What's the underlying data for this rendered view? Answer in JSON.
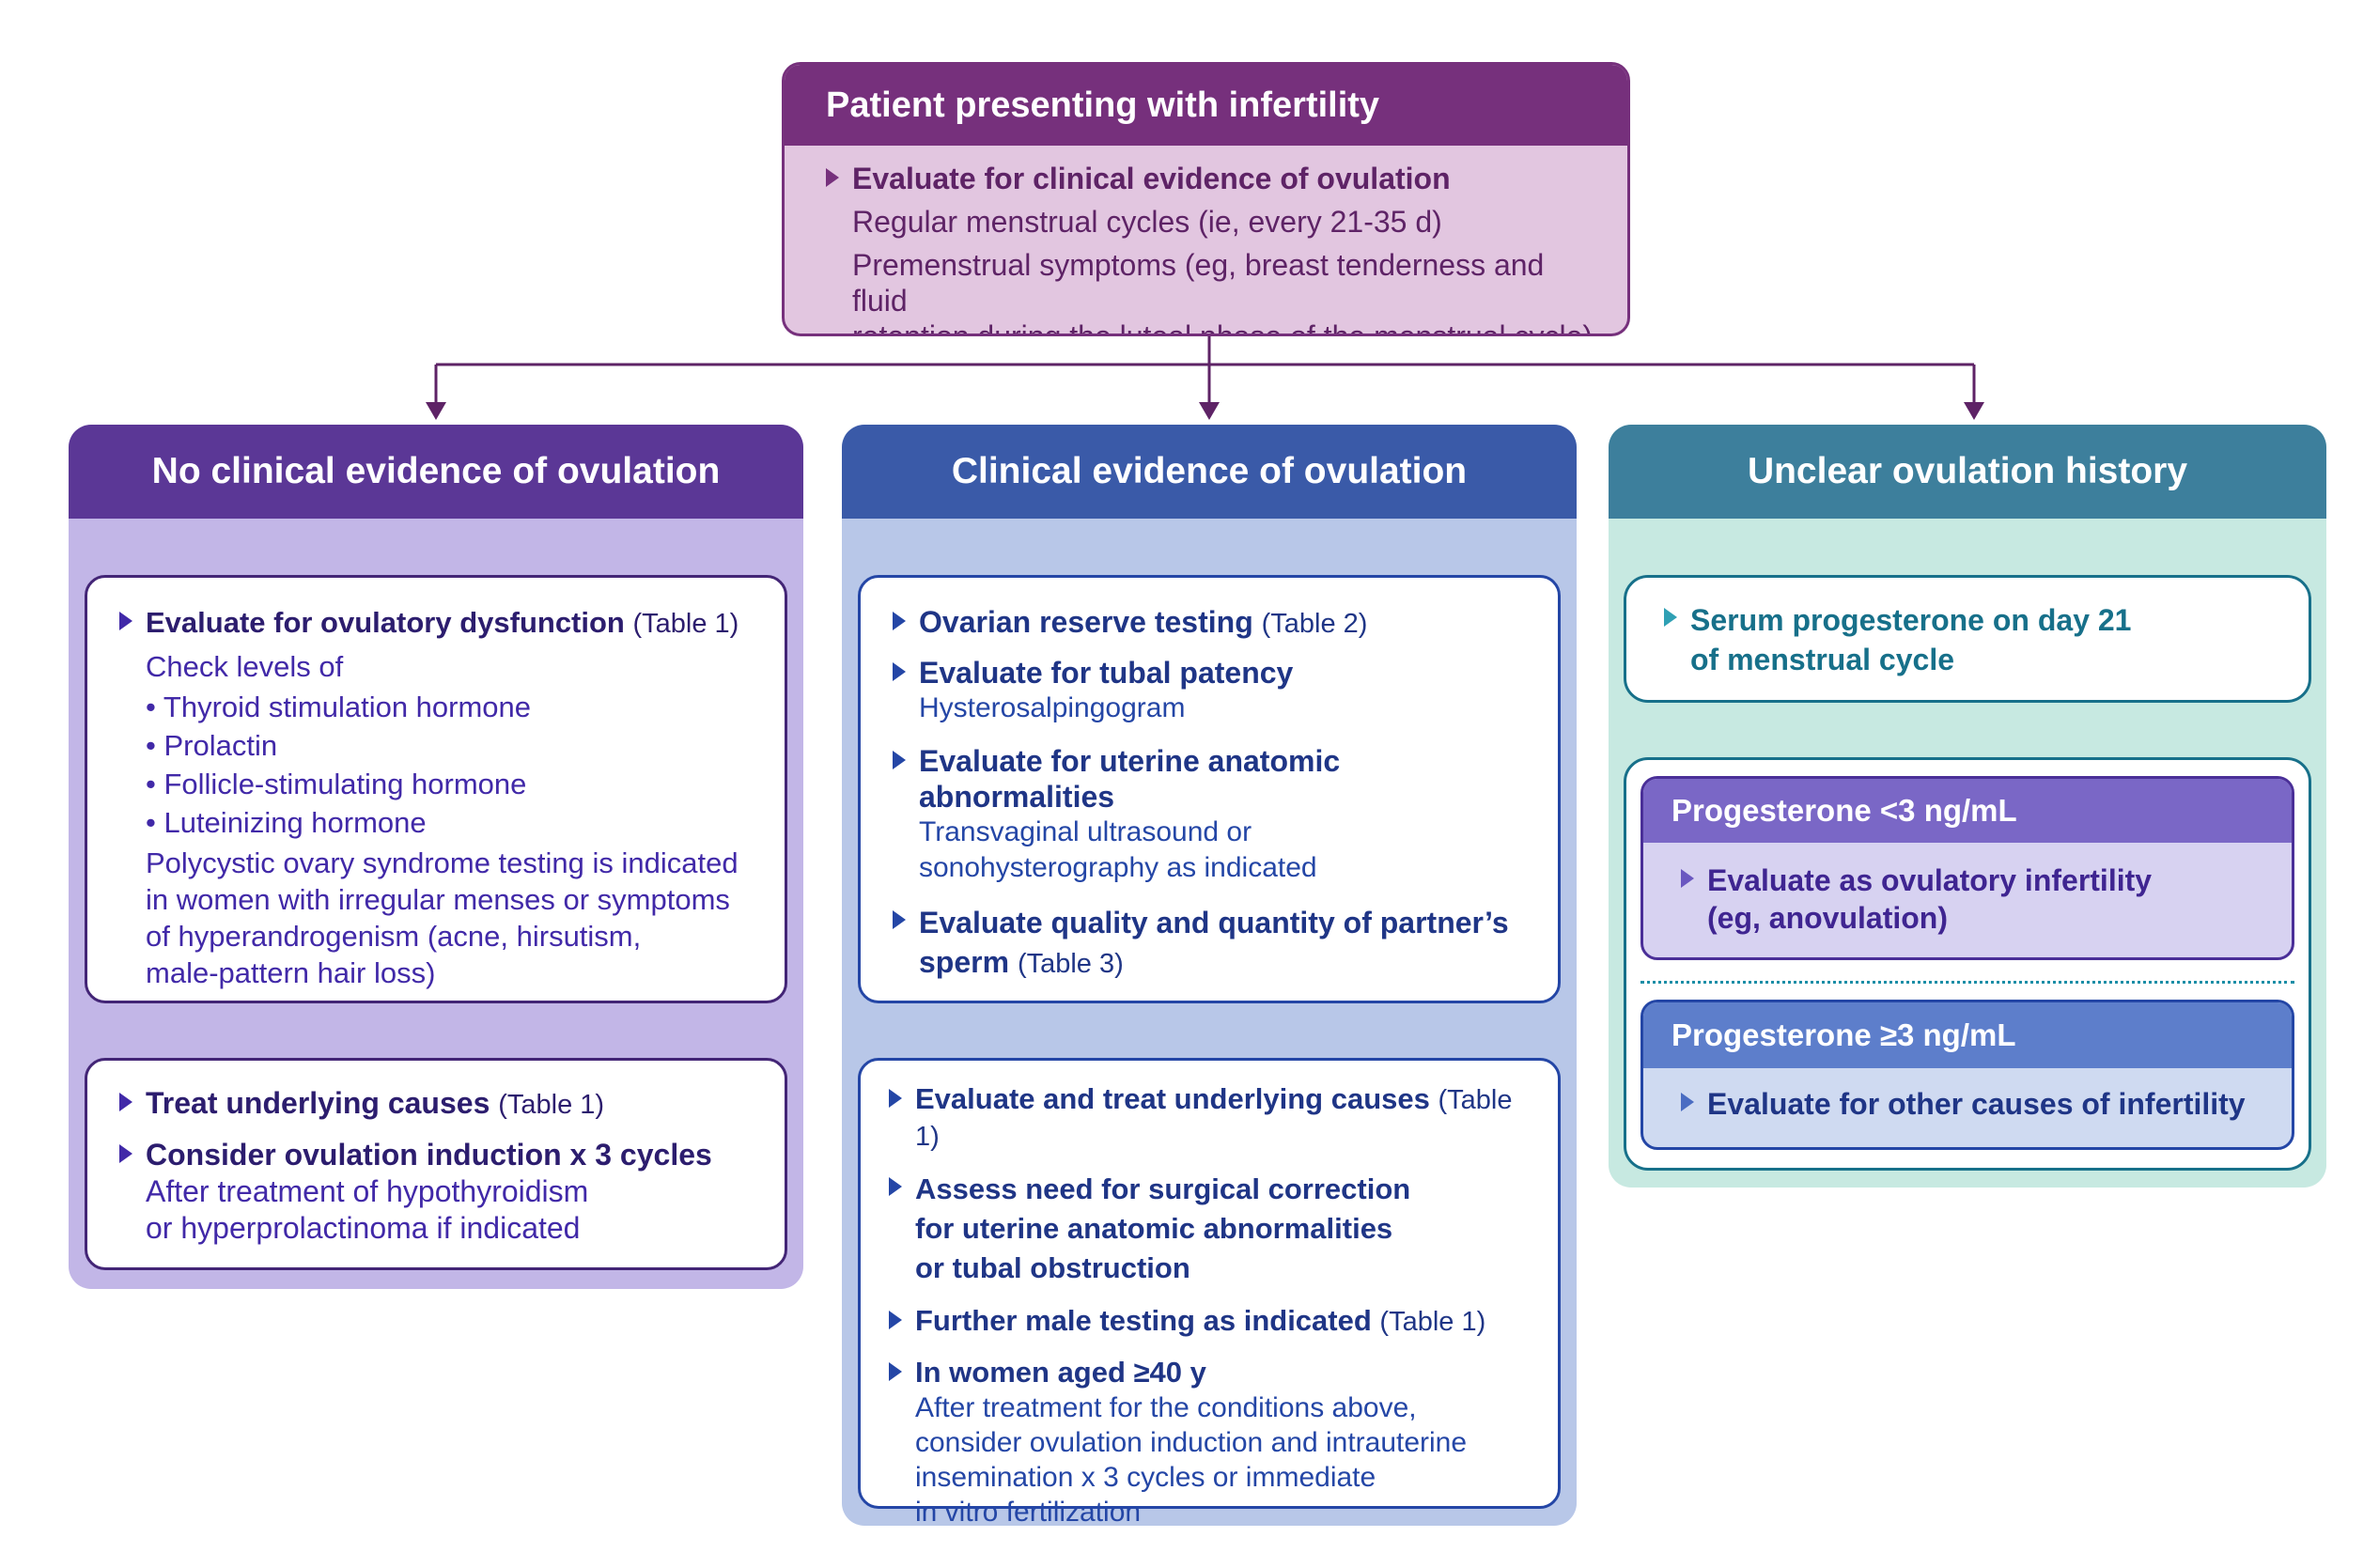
{
  "top": {
    "title": "Patient presenting with infertility",
    "item_title": "Evaluate for clinical evidence of ovulation",
    "lines": [
      "Regular menstrual cycles (ie, every 21-35 d)",
      "Premenstrual symptoms (eg, breast tenderness and fluid",
      "retention during the luteal phase of the menstrual cycle)"
    ]
  },
  "col1": {
    "title": "No clinical evidence of ovulation",
    "box1": {
      "item_title": "Evaluate for ovulatory dysfunction",
      "item_ref": "(Table 1)",
      "check": "Check levels of",
      "bullets": [
        "• Thyroid stimulation hormone",
        "• Prolactin",
        "• Follicle-stimulating hormone",
        "• Luteinizing hormone"
      ],
      "pcos": [
        "Polycystic ovary syndrome testing is indicated",
        "in women with irregular menses or symptoms",
        "of hyperandrogenism (acne, hirsutism,",
        "male-pattern hair loss)"
      ]
    },
    "box2": {
      "item1_title": "Treat underlying causes",
      "item1_ref": "(Table 1)",
      "item2_title": "Consider ovulation induction x 3 cycles",
      "item2_lines": [
        "After treatment of hypothyroidism",
        "or hyperprolactinoma if indicated"
      ]
    }
  },
  "col2": {
    "title": "Clinical evidence of ovulation",
    "box1": {
      "i1_title": "Ovarian reserve testing",
      "i1_ref": "(Table 2)",
      "i2_title": "Evaluate for tubal patency",
      "i2_sub": "Hysterosalpingogram",
      "i3_title": "Evaluate for uterine anatomic abnormalities",
      "i3_sub": [
        "Transvaginal ultrasound or",
        "sonohysterography as indicated"
      ],
      "i4_title_l1": "Evaluate quality and quantity of partner’s",
      "i4_title_l2": "sperm",
      "i4_ref": "(Table 3)"
    },
    "box2": {
      "i1_title": "Evaluate and treat underlying causes",
      "i1_ref": "(Table 1)",
      "i2_title": [
        "Assess need for surgical correction",
        "for uterine anatomic abnormalities",
        "or tubal obstruction"
      ],
      "i3_title": "Further male testing as indicated",
      "i3_ref": "(Table 1)",
      "i4_title": "In women aged ≥40 y",
      "i4_sub": [
        "After treatment for the conditions above,",
        "consider ovulation induction and intrauterine",
        "insemination x 3 cycles or immediate",
        "in vitro fertilization"
      ]
    }
  },
  "col3": {
    "title": "Unclear ovulation history",
    "box1": {
      "lines": [
        "Serum progesterone on day 21",
        "of menstrual cycle"
      ]
    },
    "low": {
      "title": "Progesterone <3 ng/mL",
      "lines": [
        "Evaluate as ovulatory infertility",
        "(eg, anovulation)"
      ]
    },
    "high": {
      "title": "Progesterone ≥3 ng/mL",
      "text": "Evaluate for other causes of infertility"
    }
  },
  "colors": {
    "top_header": "#76307c",
    "top_body": "#e2c6e0",
    "col1_header": "#5b3796",
    "col1_body": "#c2b6e7",
    "col1_text": "#4129a8",
    "col1_title_text": "#2c1d6e",
    "col2_header": "#3a5aa8",
    "col2_body": "#b8c7e8",
    "col2_text": "#2446a6",
    "col2_title_text": "#1f3586",
    "col3_header": "#3d7f9c",
    "col3_body": "#c7e9e1",
    "col3_text": "#17708a",
    "low_header": "#7a67c6",
    "low_body": "#d7d2f1",
    "high_header": "#5d7ecb",
    "high_body": "#cfdaf1"
  }
}
